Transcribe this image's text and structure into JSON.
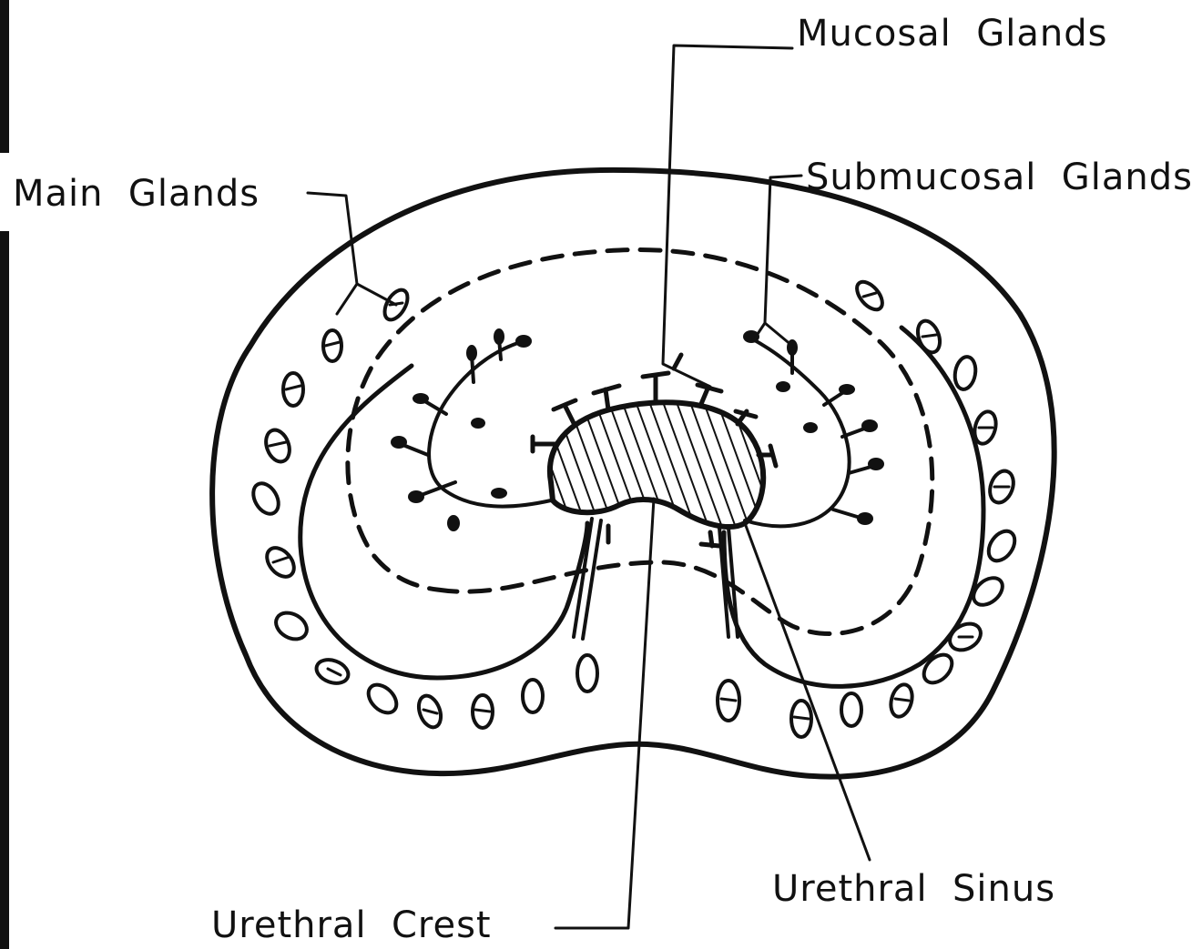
{
  "labels": {
    "mucosal_glands": "Mucosal  Glands",
    "main_glands": "Main  Glands",
    "submucosal_glands": "Submucosal  Glands",
    "urethral_sinus": "Urethral  Sinus",
    "urethral_crest": "Urethral  Crest"
  },
  "colors": {
    "ink": "#111111",
    "background": "#ffffff"
  }
}
